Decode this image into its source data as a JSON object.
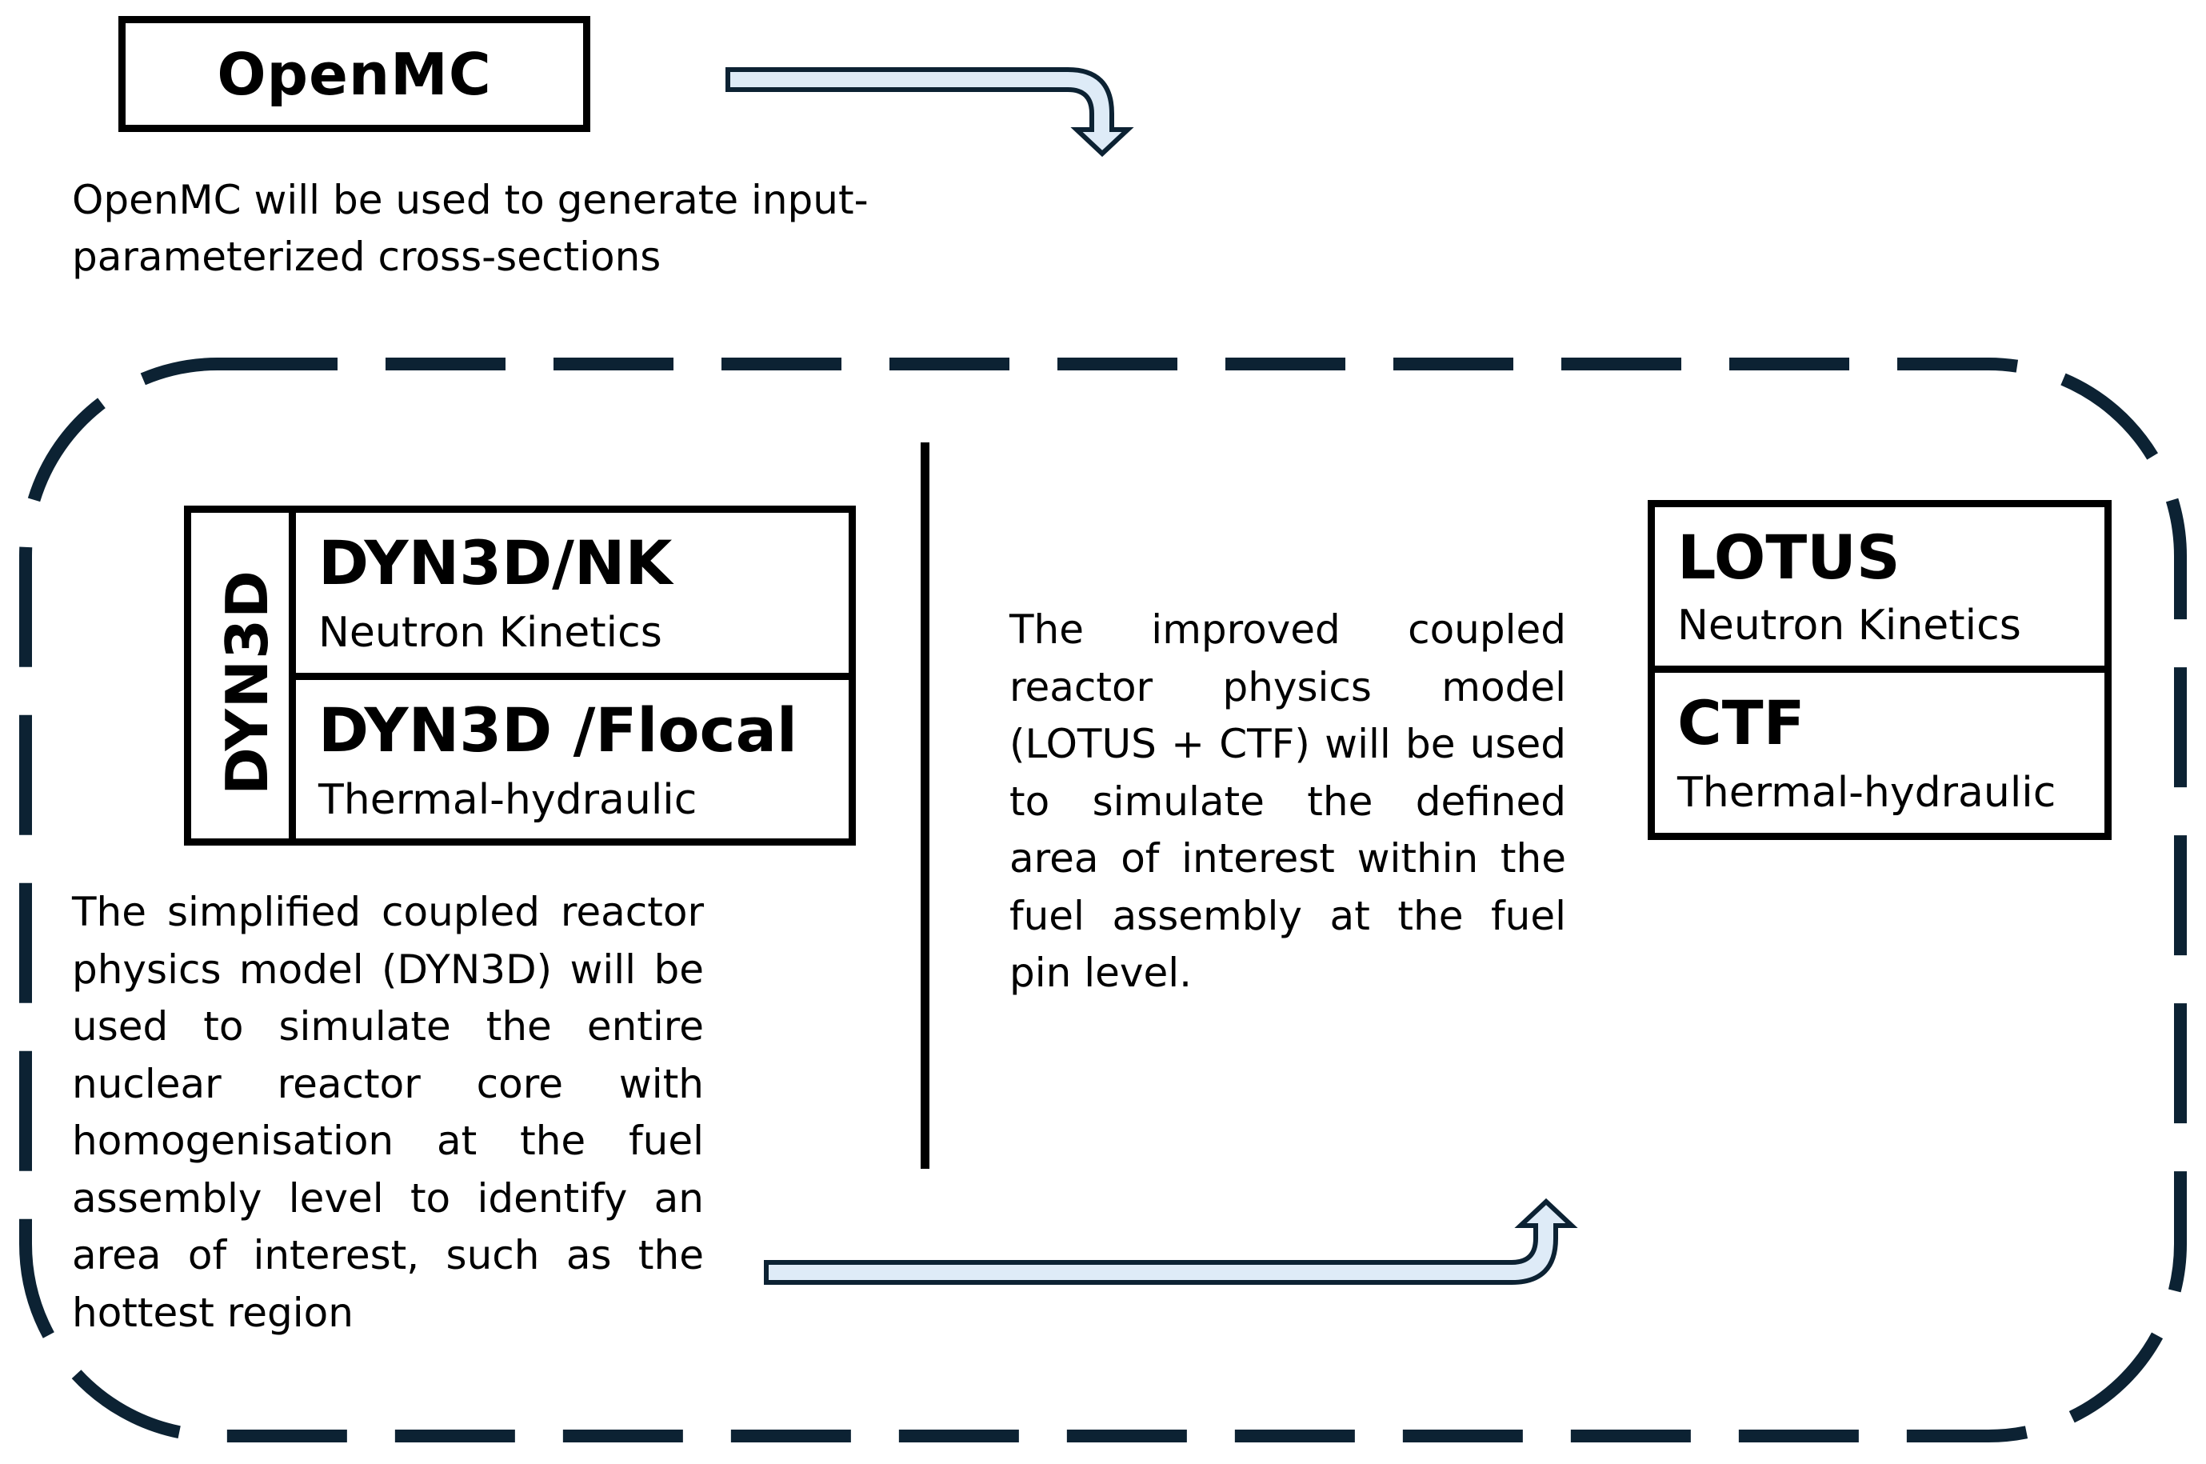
{
  "openmc": {
    "title": "OpenMC",
    "description": "OpenMC will be used to generate input-parameterized cross-sections"
  },
  "dyn3d": {
    "group_label": "DYN3D",
    "nk_title": "DYN3D/NK",
    "nk_desc": "Neutron Kinetics",
    "flocal_title": "DYN3D /Flocal",
    "flocal_desc": "Thermal-hydraulic",
    "description": "The simplified coupled reactor physics model (DYN3D) will be used to simulate the entire nuclear reactor core with homogenisation at the fuel assembly level to identify an area of interest, such as the hottest region"
  },
  "lotus_ctf": {
    "lotus_title": "LOTUS",
    "lotus_desc": "Neutron Kinetics",
    "ctf_title": "CTF",
    "ctf_desc": "Thermal-hydraulic",
    "description": "The improved coupled reactor physics model (LOTUS + CTF) will be used to simulate the defined area of interest within the fuel assembly at the fuel pin level."
  },
  "colors": {
    "frame": "#0c2233",
    "arrow_fill": "#deebf7",
    "arrow_stroke": "#0c2233",
    "box_border": "#000000"
  }
}
